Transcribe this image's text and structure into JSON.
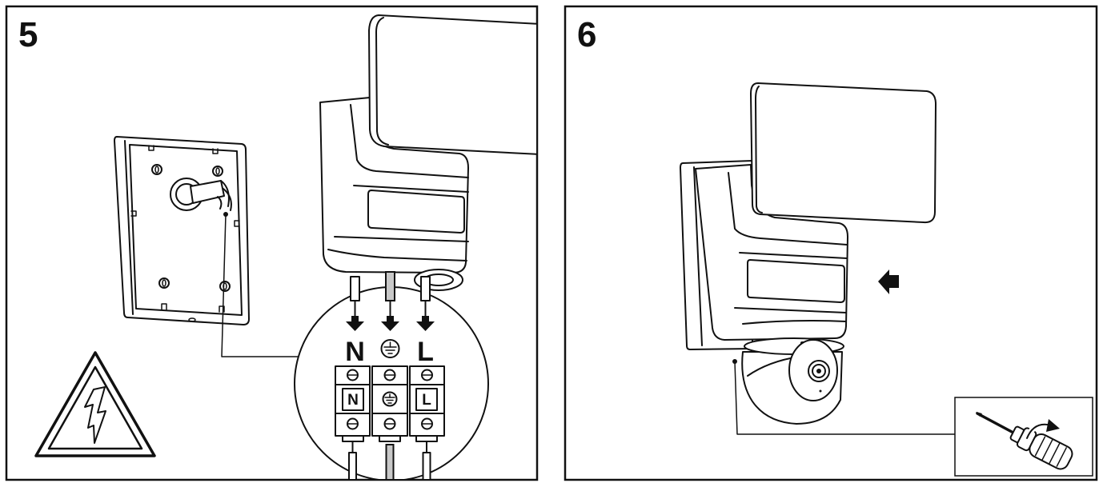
{
  "step5": {
    "number": "5",
    "wire_labels": {
      "neutral": "N",
      "live": "L"
    },
    "terminal_labels": {
      "neutral": "N",
      "live": "L"
    }
  },
  "step6": {
    "number": "6"
  },
  "icons": {
    "warning": "electric-hazard-warning-icon",
    "earth": "earth-ground-icon",
    "wire_arrow": "down-arrow-icon",
    "push": "left-arrow-icon",
    "tool": "screwdriver-icon",
    "rotate": "rotate-clockwise-arrow-icon"
  },
  "colors": {
    "line": "#111111",
    "background": "#ffffff",
    "earth_wire": "#c8c8c8"
  }
}
